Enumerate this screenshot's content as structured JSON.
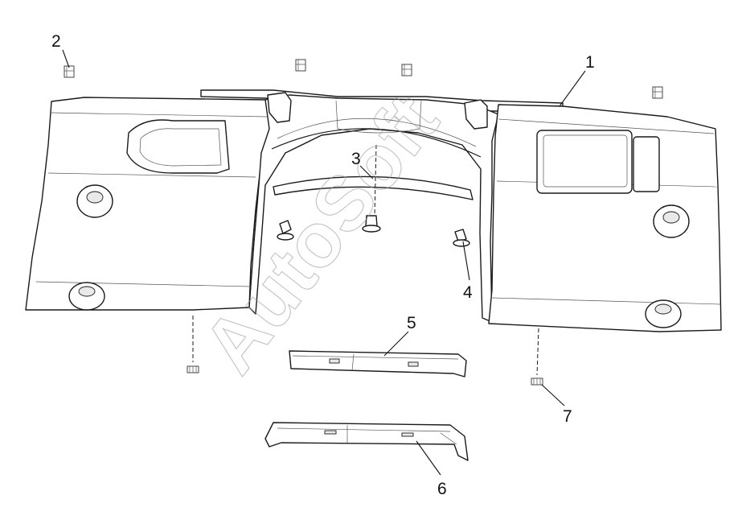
{
  "watermark": "AutoSoft",
  "callouts": [
    {
      "id": "1",
      "label": "1"
    },
    {
      "id": "2",
      "label": "2"
    },
    {
      "id": "3",
      "label": "3"
    },
    {
      "id": "4",
      "label": "4"
    },
    {
      "id": "5",
      "label": "5"
    },
    {
      "id": "6",
      "label": "6"
    },
    {
      "id": "7",
      "label": "7"
    }
  ],
  "colors": {
    "line": "#1a1a1a",
    "watermark": "#9a9a9a",
    "background": "#ffffff"
  }
}
